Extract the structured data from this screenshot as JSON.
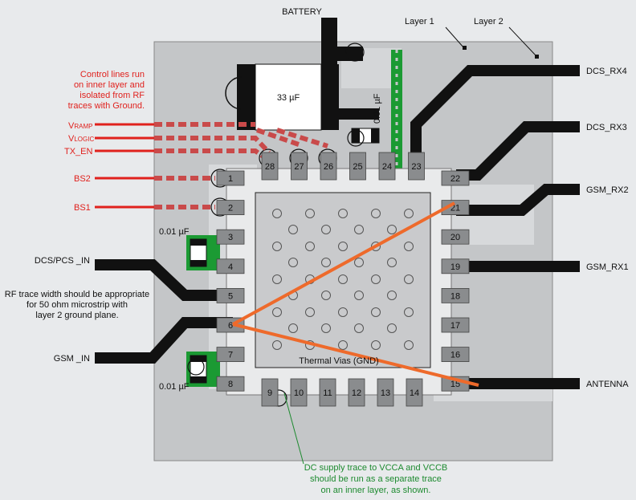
{
  "labels": {
    "battery": "BATTERY",
    "layer1": "Layer 1",
    "layer2": "Layer 2",
    "cap_33uf": "33 µF",
    "cap_001uf_top": "0.01 µF",
    "cap_001uf_a": "0.01 µF",
    "cap_001uf_b": "0.01 µF",
    "thermal_vias": "Thermal Vias (GND)",
    "dcs_rx4": "DCS_RX4",
    "dcs_rx3": "DCS_RX3",
    "gsm_rx2": "GSM_RX2",
    "gsm_rx1": "GSM_RX1",
    "antenna": "ANTENNA",
    "dcs_pcs_in": "DCS/PCS _IN",
    "gsm_in": "GSM _IN"
  },
  "control_note": [
    "Control lines run",
    "on inner layer and",
    "isolated from RF",
    "traces with Ground."
  ],
  "control_signals": {
    "vramp_main": "V",
    "vramp_sub": "RAMP",
    "vlogic_main": "V",
    "vlogic_sub": "LOGIC",
    "tx_en": "TX_EN",
    "bs2": "BS2",
    "bs1": "BS1"
  },
  "rf_note": [
    "RF trace width should be appropriate",
    "for 50 ohm microstrip with",
    "layer 2 ground plane."
  ],
  "dc_note": [
    "DC supply trace to VCCA and VCCB",
    "should be run as a separate trace",
    "on an inner layer, as shown."
  ],
  "pins": {
    "left": [
      "1",
      "2",
      "3",
      "4",
      "5",
      "6",
      "7",
      "8"
    ],
    "bottom": [
      "9",
      "10",
      "11",
      "12",
      "13",
      "14"
    ],
    "right": [
      "15",
      "16",
      "17",
      "18",
      "19",
      "20",
      "21",
      "22"
    ],
    "top": [
      "23",
      "24",
      "25",
      "26",
      "27",
      "28"
    ]
  },
  "colors": {
    "board": "#c4c6c8",
    "trace": "#111111",
    "ground_green": "#1b9a33",
    "control_red": "#e0211d",
    "rf_orange": "#ee6a2b",
    "pad": "#8a8c8e"
  }
}
